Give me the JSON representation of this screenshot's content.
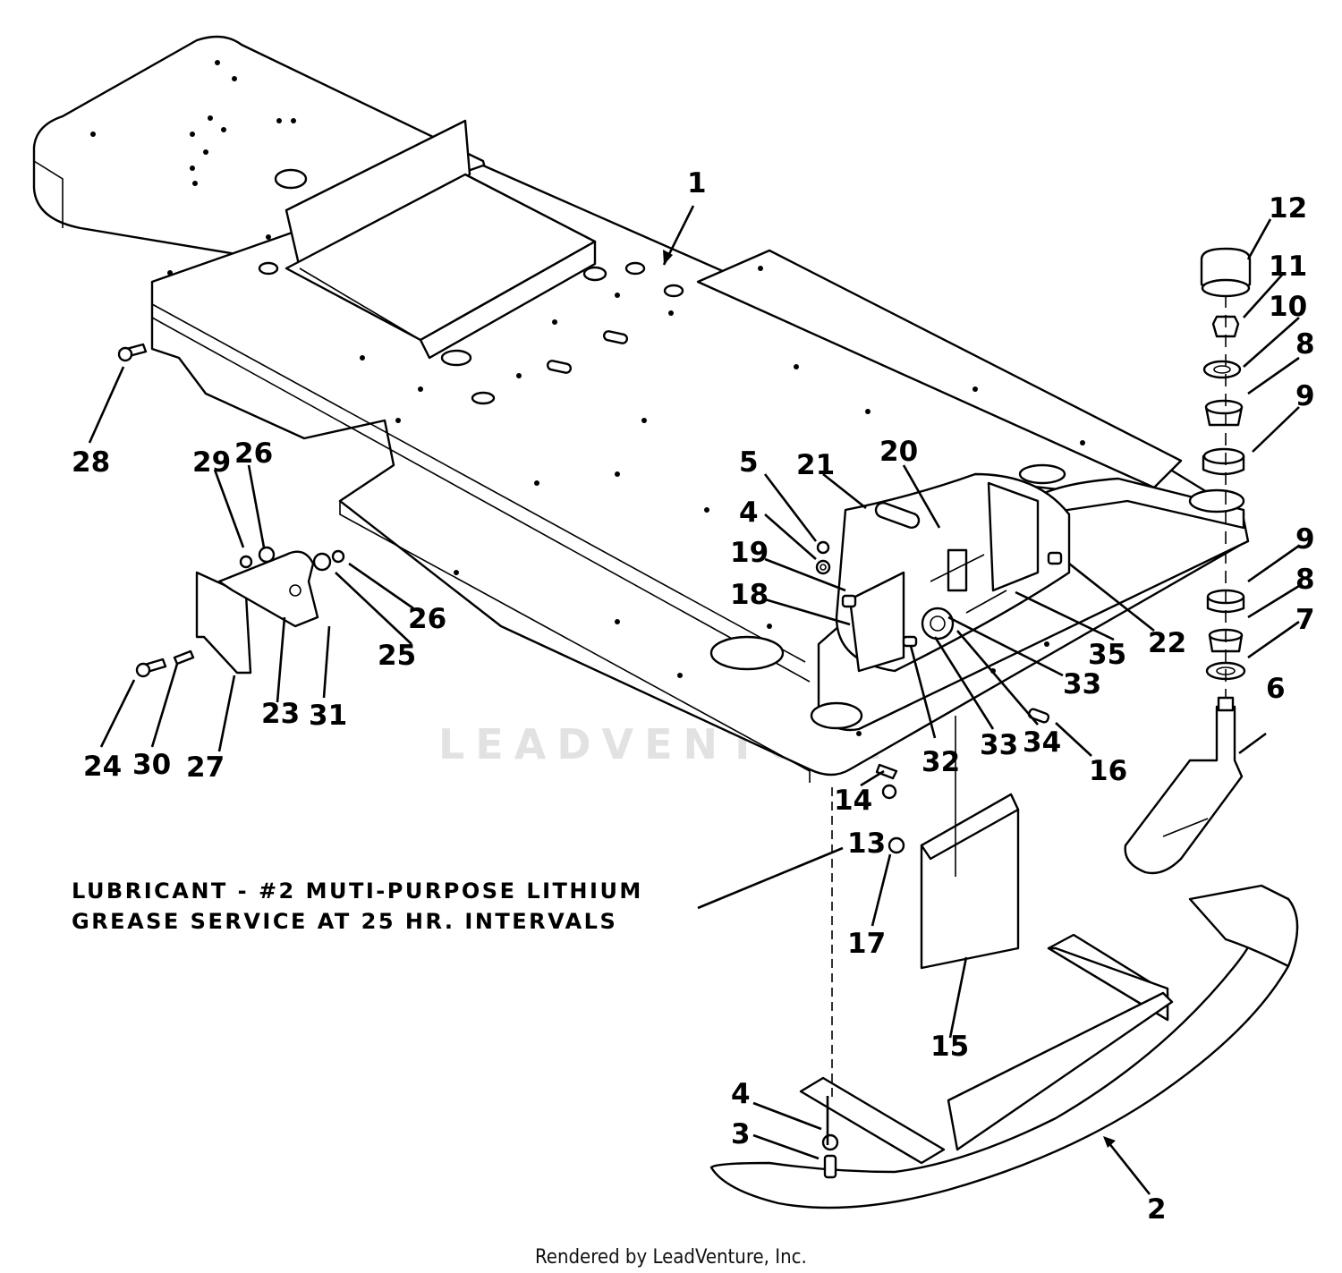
{
  "diagram": {
    "callouts": [
      {
        "id": "c1",
        "label": "1"
      },
      {
        "id": "c2",
        "label": "2"
      },
      {
        "id": "c3",
        "label": "3"
      },
      {
        "id": "c4a",
        "label": "4"
      },
      {
        "id": "c4b",
        "label": "4"
      },
      {
        "id": "c5",
        "label": "5"
      },
      {
        "id": "c6",
        "label": "6"
      },
      {
        "id": "c7",
        "label": "7"
      },
      {
        "id": "c8a",
        "label": "8"
      },
      {
        "id": "c8b",
        "label": "8"
      },
      {
        "id": "c9a",
        "label": "9"
      },
      {
        "id": "c9b",
        "label": "9"
      },
      {
        "id": "c10",
        "label": "10"
      },
      {
        "id": "c11",
        "label": "11"
      },
      {
        "id": "c12",
        "label": "12"
      },
      {
        "id": "c13",
        "label": "13"
      },
      {
        "id": "c14",
        "label": "14"
      },
      {
        "id": "c15",
        "label": "15"
      },
      {
        "id": "c16",
        "label": "16"
      },
      {
        "id": "c17",
        "label": "17"
      },
      {
        "id": "c18",
        "label": "18"
      },
      {
        "id": "c19",
        "label": "19"
      },
      {
        "id": "c20",
        "label": "20"
      },
      {
        "id": "c21",
        "label": "21"
      },
      {
        "id": "c22",
        "label": "22"
      },
      {
        "id": "c23",
        "label": "23"
      },
      {
        "id": "c24",
        "label": "24"
      },
      {
        "id": "c25",
        "label": "25"
      },
      {
        "id": "c26a",
        "label": "26"
      },
      {
        "id": "c26b",
        "label": "26"
      },
      {
        "id": "c27",
        "label": "27"
      },
      {
        "id": "c28",
        "label": "28"
      },
      {
        "id": "c29",
        "label": "29"
      },
      {
        "id": "c30",
        "label": "30"
      },
      {
        "id": "c31",
        "label": "31"
      },
      {
        "id": "c32",
        "label": "32"
      },
      {
        "id": "c33a",
        "label": "33"
      },
      {
        "id": "c33b",
        "label": "33"
      },
      {
        "id": "c34",
        "label": "34"
      },
      {
        "id": "c35",
        "label": "35"
      }
    ],
    "note_line1": "LUBRICANT - #2 MUTI-PURPOSE LITHIUM",
    "note_line2": "GREASE SERVICE AT 25 HR. INTERVALS",
    "watermark": "LEADVENTURE",
    "footer": "Rendered by LeadVenture, Inc."
  }
}
